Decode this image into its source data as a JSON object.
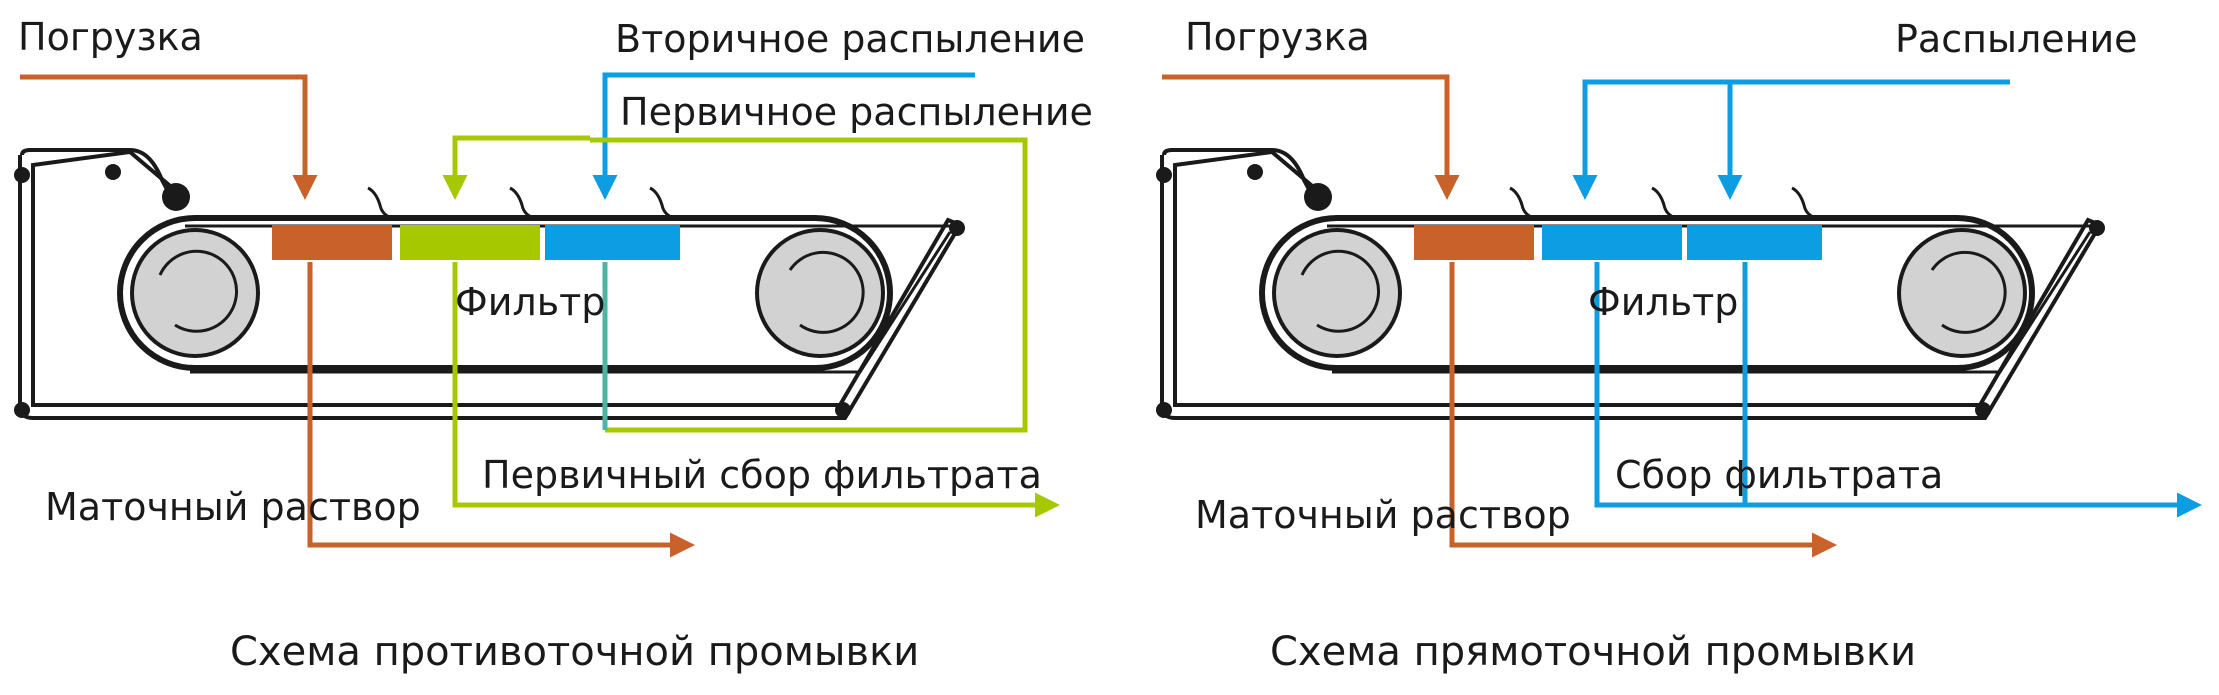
{
  "colors": {
    "loading": "#c8622a",
    "primary_spray": "#a6c800",
    "secondary_spray": "#0d9de3",
    "belt": "#1a1a1a",
    "roller_fill": "#d2d2d2",
    "text": "#1a1a1a"
  },
  "left": {
    "title": "Схема противоточной промывки",
    "loading_label": "Погрузка",
    "secondary_spray_label": "Вторичное распыление",
    "primary_spray_label": "Первичное распыление",
    "filter_label": "Фильтр",
    "mother_liquor_label": "Маточный раствор",
    "primary_filtrate_label": "Первичный сбор фильтрата"
  },
  "right": {
    "title": "Схема прямоточной промывки",
    "loading_label": "Погрузка",
    "spray_label": "Распыление",
    "filter_label": "Фильтр",
    "mother_liquor_label": "Маточный раствор",
    "filtrate_label": "Сбор фильтрата"
  },
  "icons": {
    "roller": "large-roller-icon",
    "guide_roller": "small-guide-roller-icon",
    "nozzle": "spray-nozzle-icon",
    "arrow": "flow-arrow-icon"
  }
}
